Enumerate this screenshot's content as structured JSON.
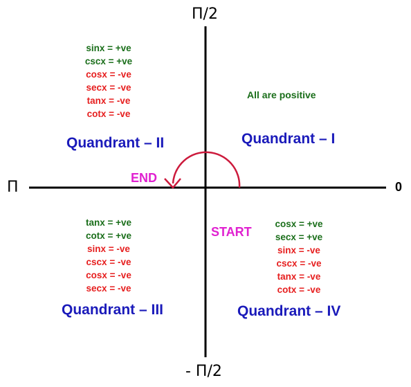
{
  "colors": {
    "positive": "#1a6e1a",
    "negative": "#e61e1e",
    "quadrant_title": "#1a1aba",
    "tag": "#e020d0",
    "arc": "#cc1a3c",
    "axis": "#000000"
  },
  "axes": {
    "top": "Π/2",
    "bottom": "- Π/2",
    "left": "Π",
    "right": "0"
  },
  "tags": {
    "start": "START",
    "end": "END"
  },
  "quadrants": {
    "q1": {
      "title": "Quandrant – I",
      "note": "All are positive"
    },
    "q2": {
      "title": "Quandrant – II",
      "items": [
        {
          "text": "sinx = +ve",
          "sign": "positive"
        },
        {
          "text": "cscx = +ve",
          "sign": "positive"
        },
        {
          "text": "cosx = -ve",
          "sign": "negative"
        },
        {
          "text": "secx = -ve",
          "sign": "negative"
        },
        {
          "text": "tanx = -ve",
          "sign": "negative"
        },
        {
          "text": "cotx = -ve",
          "sign": "negative"
        }
      ]
    },
    "q3": {
      "title": "Quandrant – III",
      "items": [
        {
          "text": "tanx = +ve",
          "sign": "positive"
        },
        {
          "text": "cotx = +ve",
          "sign": "positive"
        },
        {
          "text": "sinx = -ve",
          "sign": "negative"
        },
        {
          "text": "cscx = -ve",
          "sign": "negative"
        },
        {
          "text": "cosx = -ve",
          "sign": "negative"
        },
        {
          "text": "secx = -ve",
          "sign": "negative"
        }
      ]
    },
    "q4": {
      "title": "Quandrant – IV",
      "items": [
        {
          "text": "cosx = +ve",
          "sign": "positive"
        },
        {
          "text": "secx = +ve",
          "sign": "positive"
        },
        {
          "text": "sinx = -ve",
          "sign": "negative"
        },
        {
          "text": "cscx = -ve",
          "sign": "negative"
        },
        {
          "text": "tanx = -ve",
          "sign": "negative"
        },
        {
          "text": "cotx = -ve",
          "sign": "negative"
        }
      ]
    }
  }
}
